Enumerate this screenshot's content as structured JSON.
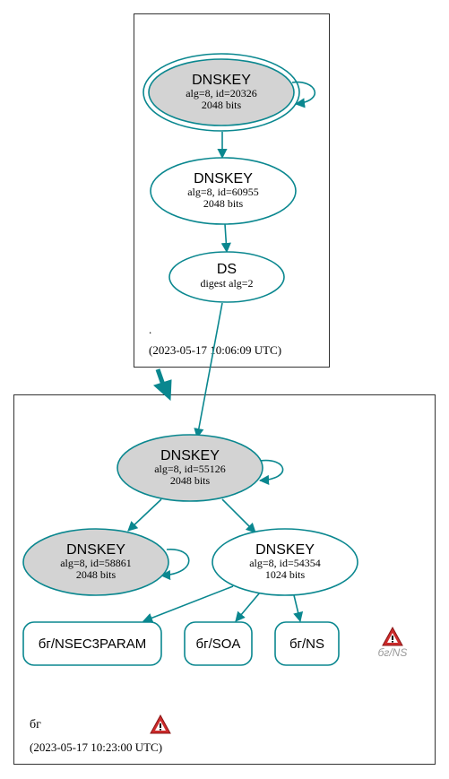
{
  "colors": {
    "edge": "#0a878f",
    "cluster_border": "#333333",
    "ksk_fill": "#d3d3d3",
    "node_fill": "#ffffff",
    "warning_red": "#cc2b2b",
    "warning_label": "#9a9a9a"
  },
  "root_zone": {
    "name": ".",
    "timestamp": "(2023-05-17 10:06:09 UTC)",
    "nodes": [
      {
        "id": "root-ksk",
        "title": "DNSKEY",
        "line1": "alg=8, id=20326",
        "line2": "2048 bits",
        "fill": "gray",
        "double_border": true,
        "self_loop": true
      },
      {
        "id": "root-zsk",
        "title": "DNSKEY",
        "line1": "alg=8, id=60955",
        "line2": "2048 bits",
        "fill": "white"
      },
      {
        "id": "root-ds",
        "title": "DS",
        "line1": "digest alg=2",
        "fill": "white"
      }
    ]
  },
  "child_zone": {
    "name": "бг",
    "timestamp": "(2023-05-17 10:23:00 UTC)",
    "warning_icon": "warning-triangle-icon",
    "nodes": [
      {
        "id": "bg-ksk",
        "title": "DNSKEY",
        "line1": "alg=8, id=55126",
        "line2": "2048 bits",
        "fill": "gray",
        "self_loop": true
      },
      {
        "id": "bg-key2",
        "title": "DNSKEY",
        "line1": "alg=8, id=58861",
        "line2": "2048 bits",
        "fill": "gray",
        "self_loop": true
      },
      {
        "id": "bg-zsk",
        "title": "DNSKEY",
        "line1": "alg=8, id=54354",
        "line2": "1024 bits",
        "fill": "white"
      }
    ],
    "records": [
      {
        "id": "rr-nsec3param",
        "label": "бг/NSEC3PARAM"
      },
      {
        "id": "rr-soa",
        "label": "бг/SOA"
      },
      {
        "id": "rr-ns",
        "label": "бг/NS"
      }
    ],
    "ns_warning_label": "бг/NS"
  },
  "edges": [
    {
      "from": "root-ksk",
      "to": "root-zsk"
    },
    {
      "from": "root-zsk",
      "to": "root-ds"
    },
    {
      "from": "root-ds",
      "to": "bg-ksk"
    },
    {
      "from": "bg-ksk",
      "to": "bg-key2"
    },
    {
      "from": "bg-ksk",
      "to": "bg-zsk"
    },
    {
      "from": "bg-zsk",
      "to": "rr-nsec3param"
    },
    {
      "from": "bg-zsk",
      "to": "rr-soa"
    },
    {
      "from": "bg-zsk",
      "to": "rr-ns"
    },
    {
      "from": "root-zone",
      "to": "child-zone",
      "style": "bold"
    }
  ]
}
